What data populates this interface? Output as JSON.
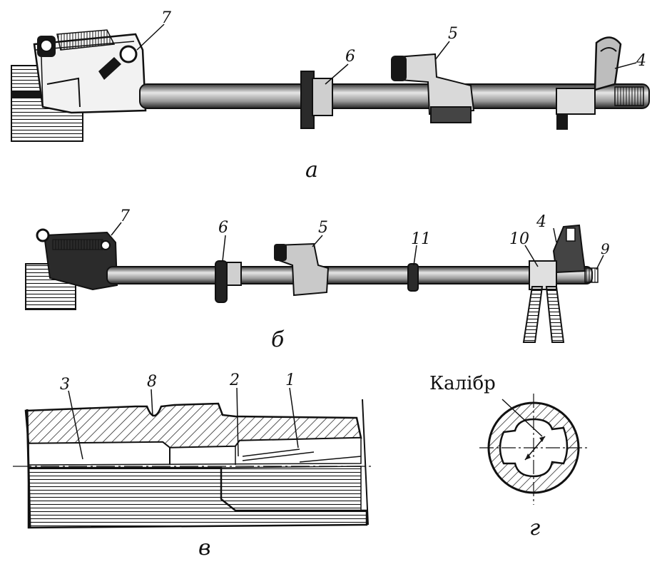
{
  "panels": {
    "a": {
      "letter": "а",
      "labels": {
        "l4": "4",
        "l5": "5",
        "l6": "6",
        "l7": "7"
      }
    },
    "b": {
      "letter": "б",
      "labels": {
        "l4": "4",
        "l5": "5",
        "l6": "6",
        "l7": "7",
        "l9": "9",
        "l10": "10",
        "l11": "11"
      }
    },
    "v": {
      "letter": "в",
      "labels": {
        "l1": "1",
        "l2": "2",
        "l3": "3",
        "l8": "8"
      }
    },
    "g": {
      "letter": "г",
      "caliber_label": "Калібр"
    }
  }
}
